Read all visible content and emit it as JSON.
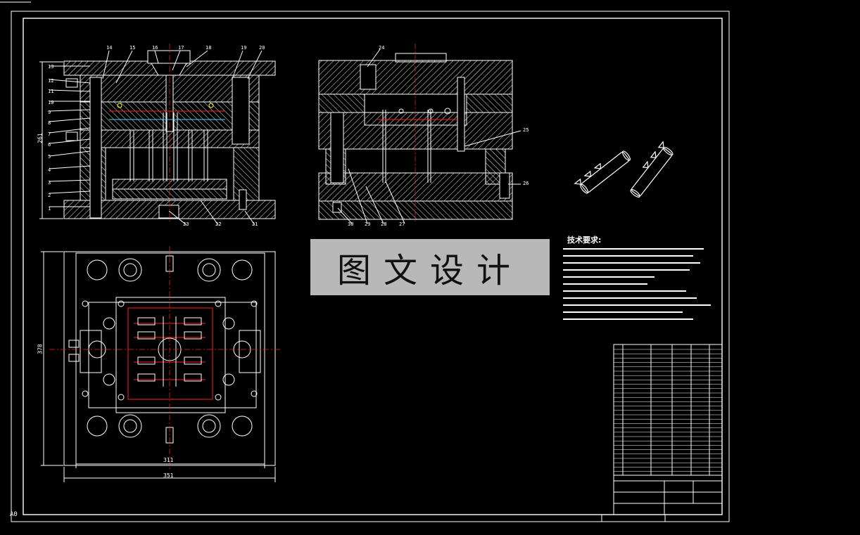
{
  "watermark": "图文设计",
  "tech_requirements_title": "技术要求:",
  "sheet_corner": "A0",
  "dimensions": {
    "overall_height": "261",
    "plan_width_inner": "311",
    "plan_width_outer": "351",
    "plan_height": "378"
  },
  "part_callouts": [
    "1",
    "2",
    "3",
    "4",
    "5",
    "6",
    "7",
    "8",
    "9",
    "10",
    "11",
    "12",
    "13",
    "14",
    "15",
    "16",
    "17",
    "18",
    "19",
    "20",
    "21",
    "22",
    "23",
    "24",
    "25",
    "26",
    "27",
    "28",
    "29",
    "30"
  ],
  "colors": {
    "line": "#ffffff",
    "hatch": "#ffffff",
    "accent_red": "#ff2020",
    "accent_magenta": "#ff40ff",
    "accent_cyan": "#40e0ff",
    "accent_yellow": "#ffff40",
    "watermark_bg": "#b8b8b8"
  }
}
